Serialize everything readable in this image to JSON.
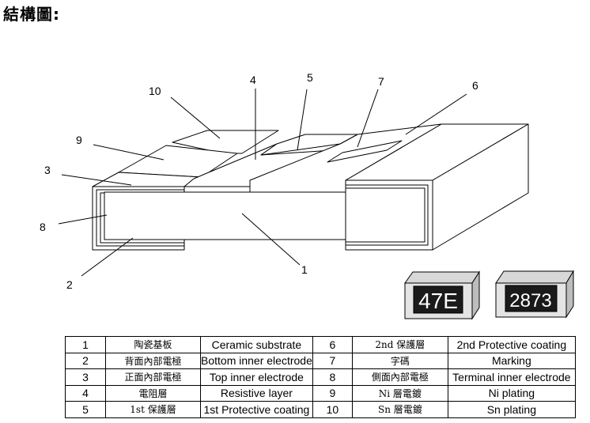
{
  "title": "結構圖:",
  "callouts": [
    "1",
    "2",
    "3",
    "4",
    "5",
    "6",
    "7",
    "8",
    "9",
    "10"
  ],
  "chips": [
    {
      "marking": "47E"
    },
    {
      "marking": "2873"
    }
  ],
  "table": [
    [
      {
        "n": "1",
        "zh": "陶瓷基板",
        "en": "Ceramic substrate"
      },
      {
        "n": "6",
        "zh": "2nd 保護層",
        "en": "2nd  Protective coating"
      }
    ],
    [
      {
        "n": "2",
        "zh": "背面內部電極",
        "en": "Bottom inner electrode"
      },
      {
        "n": "7",
        "zh": "字碼",
        "en": "Marking"
      }
    ],
    [
      {
        "n": "3",
        "zh": "正面內部電極",
        "en": "Top inner electrode"
      },
      {
        "n": "8",
        "zh": "側面內部電極",
        "en": "Terminal inner electrode"
      }
    ],
    [
      {
        "n": "4",
        "zh": "電阻層",
        "en": "Resistive layer"
      },
      {
        "n": "9",
        "zh": "Ni 層電鍍",
        "en": "Ni plating"
      }
    ],
    [
      {
        "n": "5",
        "zh": "1st  保護層",
        "en": "1st  Protective coating"
      },
      {
        "n": "10",
        "zh": "Sn 層電鍍",
        "en": "Sn plating"
      }
    ]
  ]
}
